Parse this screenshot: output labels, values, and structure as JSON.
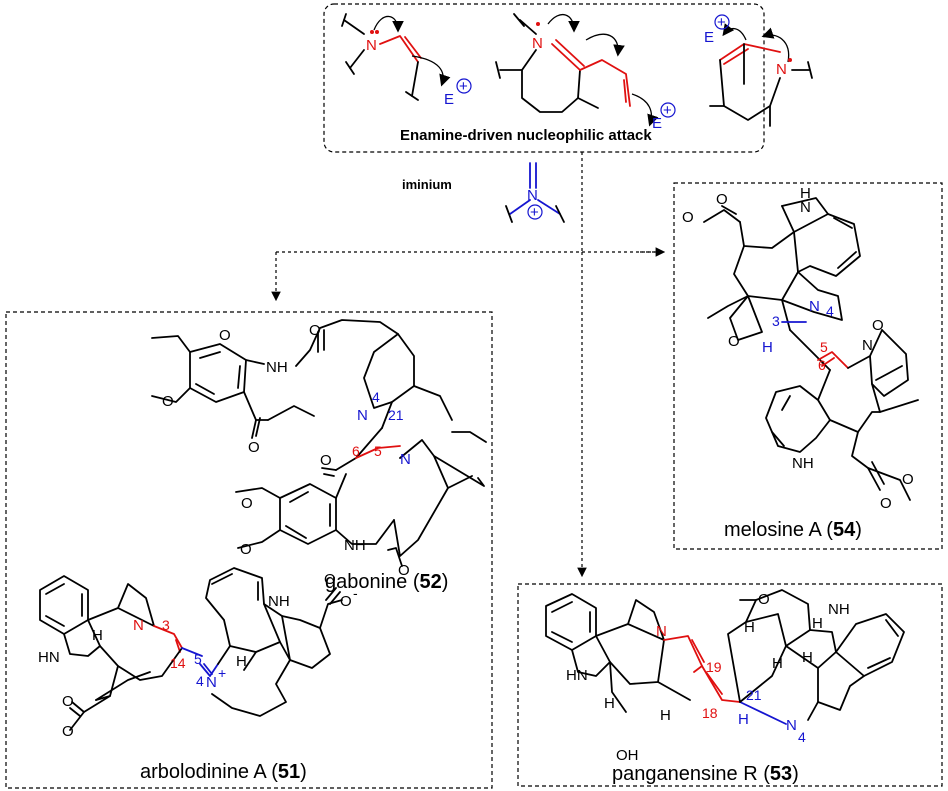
{
  "header": {
    "title": "Enamine-driven nucleophilic attack",
    "iminium_label": "iminium",
    "electrophile": "E",
    "charge": "+"
  },
  "atoms": {
    "n": "N",
    "nh": "NH",
    "hn": "HN",
    "h": "H",
    "o": "O",
    "oh": "OH",
    "n_plus": "N",
    "plus": "+",
    "minus": "-"
  },
  "numbers": {
    "n3": "3",
    "n4": "4",
    "n5": "5",
    "n6": "6",
    "n14": "14",
    "n18": "18",
    "n19": "19",
    "n21": "21"
  },
  "compounds": {
    "gabonine": {
      "name": "gabonine (",
      "number": "52",
      "close": ")"
    },
    "arbolodinine": {
      "name": "arbolodinine A (",
      "number": "51",
      "close": ")"
    },
    "melosine": {
      "name": "melosine A (",
      "number": "54",
      "close": ")"
    },
    "panganensine": {
      "name": "panganensine R (",
      "number": "53",
      "close": ")"
    }
  },
  "colors": {
    "enamine_red": "#e01010",
    "nitrogen_blue": "#1515d0",
    "line_black": "#000000"
  }
}
